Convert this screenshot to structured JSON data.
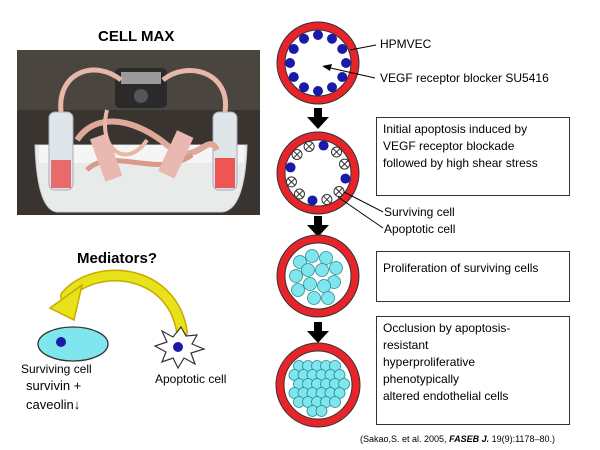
{
  "photo": {
    "title": "CELL MAX"
  },
  "stages": {
    "stage1": {
      "label_cells": "HPMVEC",
      "label_blocker": "VEGF receptor blocker SU5416"
    },
    "stage2": {
      "box_lines": [
        "Initial apoptosis induced by",
        "VEGF receptor blockade",
        "followed by high shear stress"
      ],
      "label_surviving": "Surviving cell",
      "label_apoptotic": "Apoptotic cell"
    },
    "stage3": {
      "box_text": "Proliferation of surviving cells"
    },
    "stage4": {
      "box_lines": [
        "Occlusion by apoptosis-",
        "resistant",
        "hyperproliferative",
        "phenotypically",
        "altered endothelial cells"
      ]
    }
  },
  "mediators": {
    "title": "Mediators?",
    "surviving_label": "Surviving cell",
    "markers": [
      "survivin +",
      "caveolin↓"
    ],
    "apoptotic_label": "Apoptotic cell"
  },
  "citation": {
    "prefix": "(Sakao,S. et al. 2005, ",
    "journal": "FASEB J.",
    "suffix": " 19(9):1178–80.)"
  },
  "colors": {
    "ring_red": "#e8242b",
    "ring_border": "#333333",
    "endothelial_blue": "#1a1aa8",
    "proliferating_cyan": "#7fe6ee",
    "arrow_yellow": "#e8e21a"
  }
}
